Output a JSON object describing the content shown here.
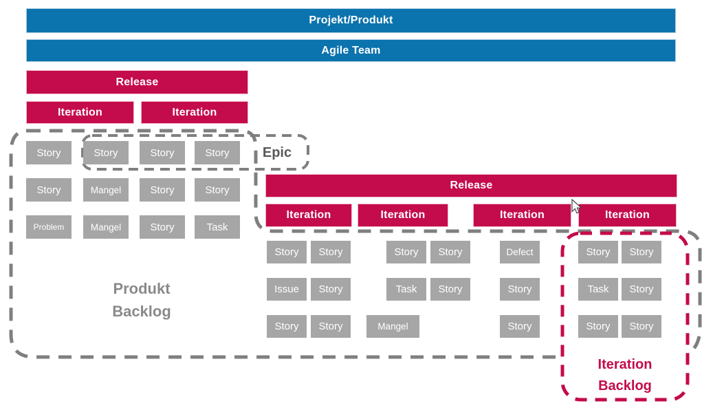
{
  "colors": {
    "blue": "#0b73ad",
    "crimson": "#c40b4c",
    "card_gray": "#a6a6a6",
    "dash_gray": "#7f7f7f",
    "backlog_text_gray": "#8a8a8a",
    "epic_text_gray": "#595959"
  },
  "top_bars": [
    {
      "label": "Projekt/Produkt"
    },
    {
      "label": "Agile Team"
    }
  ],
  "left_release": {
    "label": "Release"
  },
  "left_iterations": [
    {
      "label": "Iteration"
    },
    {
      "label": "Iteration"
    }
  ],
  "left_grid": {
    "rows": [
      [
        "Story",
        "Story",
        "Story",
        "Story"
      ],
      [
        "Story",
        "Mangel",
        "Story",
        "Story"
      ],
      [
        "Problem",
        "Mangel",
        "Story",
        "Task"
      ]
    ]
  },
  "epic": {
    "label": "Epic"
  },
  "right_release": {
    "label": "Release"
  },
  "right_iterations": [
    {
      "label": "Iteration"
    },
    {
      "label": "Iteration"
    },
    {
      "label": "Iteration"
    },
    {
      "label": "Iteration"
    }
  ],
  "right_grid": {
    "groups": [
      [
        [
          "Story",
          "Story"
        ],
        [
          "Issue",
          "Story"
        ],
        [
          "Story",
          "Story"
        ]
      ],
      [
        [
          "Story",
          "Story"
        ],
        [
          "Task",
          "Story"
        ],
        [
          "Mangel"
        ]
      ],
      [
        [
          "Defect"
        ],
        [
          "Story"
        ],
        [
          "Story"
        ]
      ],
      [
        [
          "Story",
          "Story"
        ],
        [
          "Task",
          "Story"
        ],
        [
          "Story",
          "Story"
        ]
      ]
    ]
  },
  "produkt_backlog": {
    "line1": "Produkt",
    "line2": "Backlog"
  },
  "iteration_backlog": {
    "line1": "Iteration",
    "line2": "Backlog"
  }
}
